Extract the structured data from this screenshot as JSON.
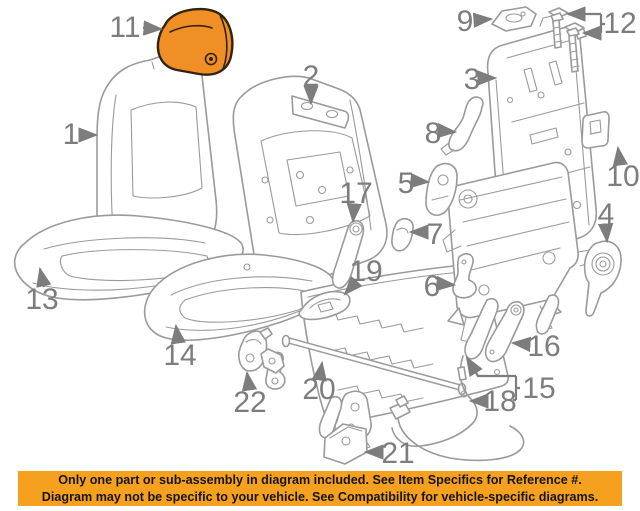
{
  "diagram": {
    "labels": {
      "p1": "1",
      "p2": "2",
      "p3": "3",
      "p4": "4",
      "p5": "5",
      "p6": "6",
      "p7": "7",
      "p8": "8",
      "p9": "9",
      "p10": "10",
      "p11": "11",
      "p12": "12",
      "p13": "13",
      "p14": "14",
      "p15": "15",
      "p16": "16",
      "p17": "17",
      "p18": "18",
      "p19": "19",
      "p20": "20",
      "p21": "21",
      "p22": "22"
    },
    "highlighted_part": "11",
    "colors": {
      "highlight_fill": "#EF8F26",
      "highlight_outline": "#30240F",
      "line_art": "#9A9A9A",
      "label_text": "#7D7D7D"
    }
  },
  "banner": {
    "background": "#F5A01E",
    "text_color": "#161616",
    "line1": "Only one part or sub-assembly in diagram included. See Item Specifics for Reference #.",
    "line2": "Diagram may not be specific to your vehicle. See Compatibility for vehicle-specific diagrams."
  }
}
